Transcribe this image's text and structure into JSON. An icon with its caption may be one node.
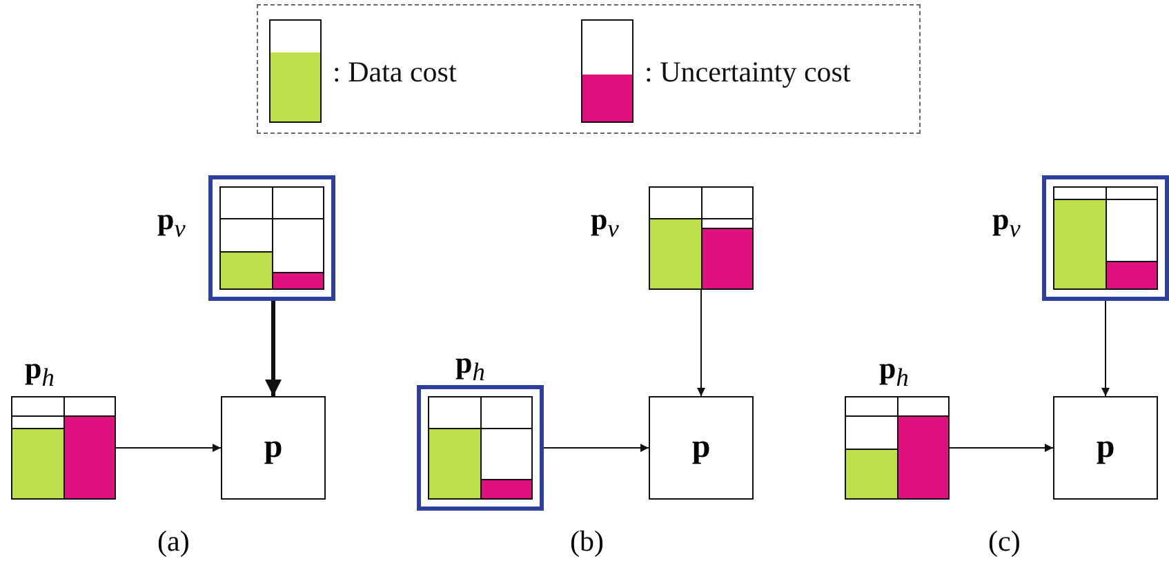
{
  "diagram": {
    "nodes": [
      {
        "text": [],
        "shape": "box"
      },
      {
        "text": [],
        "shape": "bar",
        "beside": [
          "**p**$_{v}$"
        ],
        "in": 0
      },
      {
        "text": [],
        "shape": "bar",
        "beside": [
          "**p**$_{h}$"
        ]
      },
      {
        "text": [
          "p"
        ]
      },
      {
        "text": [],
        "shape": "bar",
        "beside": [
          "**p**$_{v}$"
        ]
      },
      {
        "text": [],
        "shape": "box"
      },
      {
        "text": [],
        "shape": "bar",
        "beside": [
          "**p**$_{h}$"
        ],
        "in": 5
      },
      {
        "text": [
          "p"
        ]
      },
      {
        "text": [],
        "shape": "box"
      },
      {
        "text": [],
        "shape": "bar",
        "beside": [
          "**p**$_{v}$"
        ],
        "in": 8
      },
      {
        "text": [],
        "shape": "bar",
        "beside": [
          "**p**$_{h}$"
        ]
      },
      {
        "text": [
          "p"
        ]
      }
    ],
    "edges": [
      {
        "from": 0,
        "to": 3,
        "arrow": "to",
        "style": "thick"
      },
      {
        "from": 2,
        "to": 3,
        "arrow": "to"
      },
      {
        "from": 4,
        "to": 7,
        "arrow": "to"
      },
      {
        "from": 5,
        "to": 7,
        "arrow": "to"
      },
      {
        "from": 8,
        "to": 11,
        "arrow": "to"
      },
      {
        "from": 10,
        "to": 11,
        "arrow": "to"
      }
    ],
    "labels": [
      "(a)",
      "(b)",
      "(c)"
    ],
    "legend": [
      {
        "text": ": Data cost",
        "color": "#bde04a"
      },
      {
        "text": ": Uncertainty cost",
        "color": "#e0117f"
      }
    ]
  }
}
